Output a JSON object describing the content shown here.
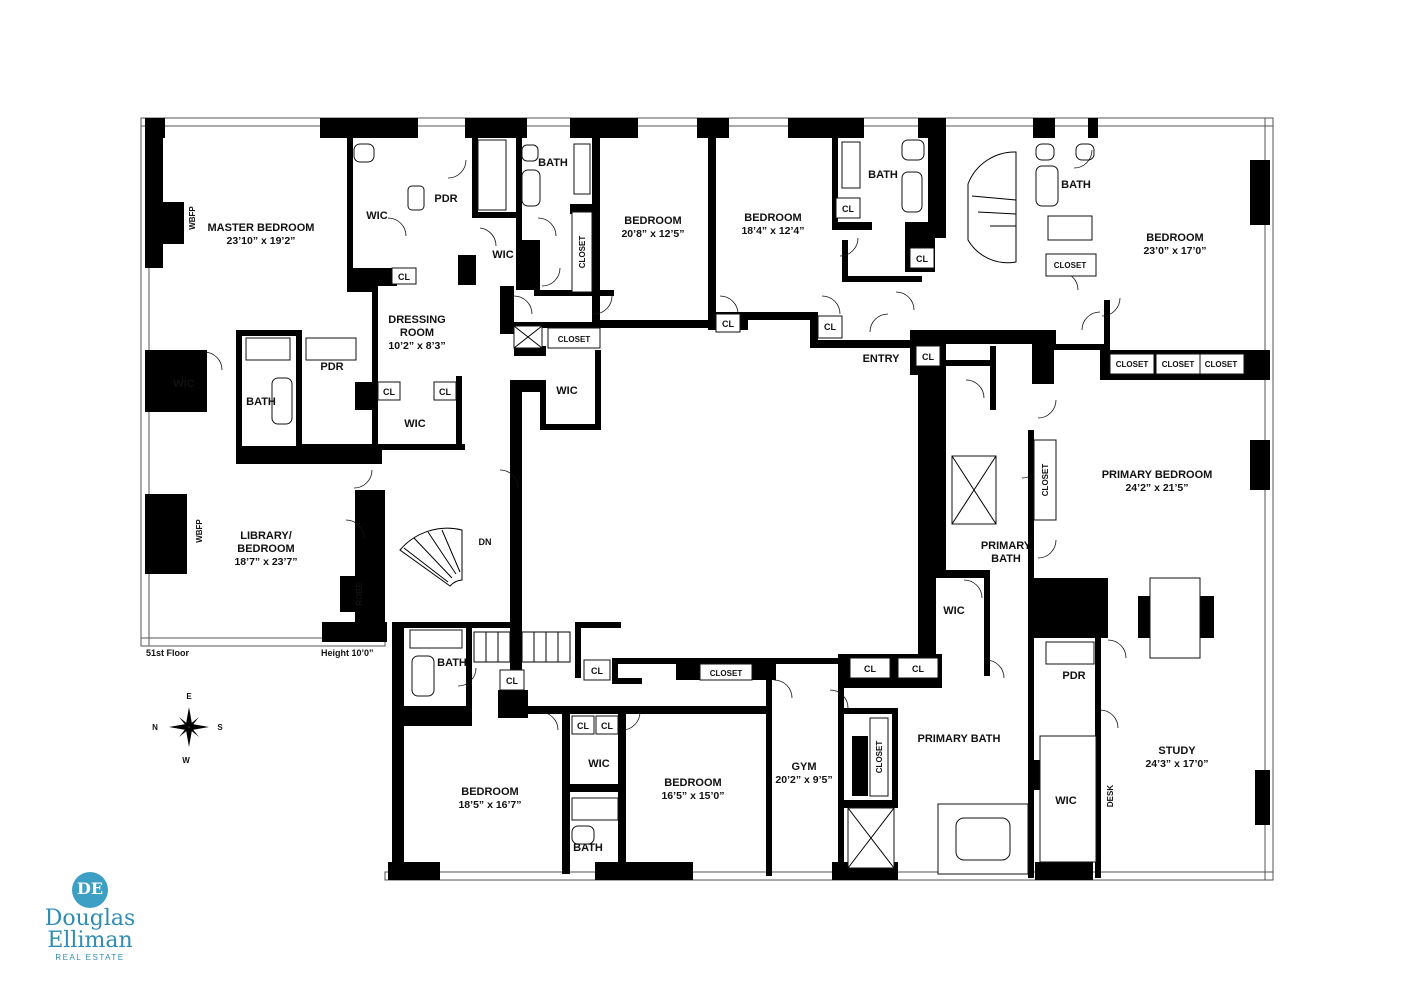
{
  "rooms": {
    "master_bedroom": {
      "name": "MASTER BEDROOM",
      "dim": "23’10” x 19’2”"
    },
    "pdr_top": "PDR",
    "bath_top": "BATH",
    "bedroom_a": {
      "name": "BEDROOM",
      "dim": "20’8” x 12’5”"
    },
    "bedroom_b": {
      "name": "BEDROOM",
      "dim": "18’4” x 12’4”"
    },
    "bath_b": "BATH",
    "bath_c": "BATH",
    "bedroom_c": {
      "name": "BEDROOM",
      "dim": "23’0” x 17’0”"
    },
    "wic_1": "WIC",
    "wic_2": "WIC",
    "dressing_room": {
      "name1": "DRESSING",
      "name2": "ROOM",
      "dim": "10’2” x 8’3”"
    },
    "wic_left": "WIC",
    "bath_left": "BATH",
    "pdr_left": "PDR",
    "wic_dress": "WIC",
    "wic_center": "WIC",
    "entry": "ENTRY",
    "library": {
      "name1": "LIBRARY/",
      "name2": "BEDROOM",
      "dim": "18’7” x 23’7”"
    },
    "robe": "ROBE",
    "primary_bedroom": {
      "name": "PRIMARY BEDROOM",
      "dim": "24’2” x 21’5”"
    },
    "primary_bath_1": {
      "name1": "PRIMARY",
      "name2": "BATH"
    },
    "wic_primary": "WIC",
    "bath_bottom": "BATH",
    "bedroom_d": {
      "name": "BEDROOM",
      "dim": "18’5” x 16’7”"
    },
    "wic_bottom": "WIC",
    "bedroom_e": {
      "name": "BEDROOM",
      "dim": "16’5” x 15’0”"
    },
    "bath_bottom2": "BATH",
    "gym": {
      "name": "GYM",
      "dim": "20’2” x 9’5”"
    },
    "primary_bath_2": "PRIMARY BATH",
    "pdr_right": "PDR",
    "wic_right": "WIC",
    "study": {
      "name": "STUDY",
      "dim": "24’3” x 17’0”"
    },
    "desk": "DESK"
  },
  "closets": {
    "cl": "CL",
    "closet": "CLOSET",
    "wbfp": "WBFP",
    "dn": "DN"
  },
  "annotations": {
    "floor": "51st Floor",
    "height": "Height 10’0”"
  },
  "compass": {
    "e": "E",
    "n": "N",
    "s": "S",
    "w": "W"
  },
  "logo": {
    "line1": "Douglas",
    "line2": "Elliman",
    "line3": "REAL ESTATE"
  },
  "colors": {
    "wall": "#000000",
    "brand": "#2f8cb4"
  }
}
